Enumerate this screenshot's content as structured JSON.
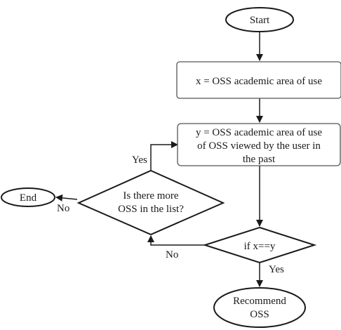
{
  "diagram": {
    "nodes": {
      "start": {
        "label": "Start"
      },
      "assign_x": {
        "label": "x = OSS academic area of use"
      },
      "assign_y": {
        "lines": [
          "y = OSS academic area of use",
          "of OSS viewed by the user in",
          "the past"
        ]
      },
      "compare": {
        "label": "if x==y"
      },
      "more_oss": {
        "lines": [
          "Is there more",
          "OSS in the list?"
        ]
      },
      "end": {
        "label": "End"
      },
      "recommend": {
        "lines": [
          "Recommend",
          "OSS"
        ]
      }
    },
    "edge_labels": {
      "more_yes": "Yes",
      "more_no": "No",
      "compare_no": "No",
      "compare_yes": "Yes"
    },
    "colors": {
      "stroke": "#1a1a1a",
      "box_stroke": "#555555",
      "fill": "#ffffff"
    }
  }
}
